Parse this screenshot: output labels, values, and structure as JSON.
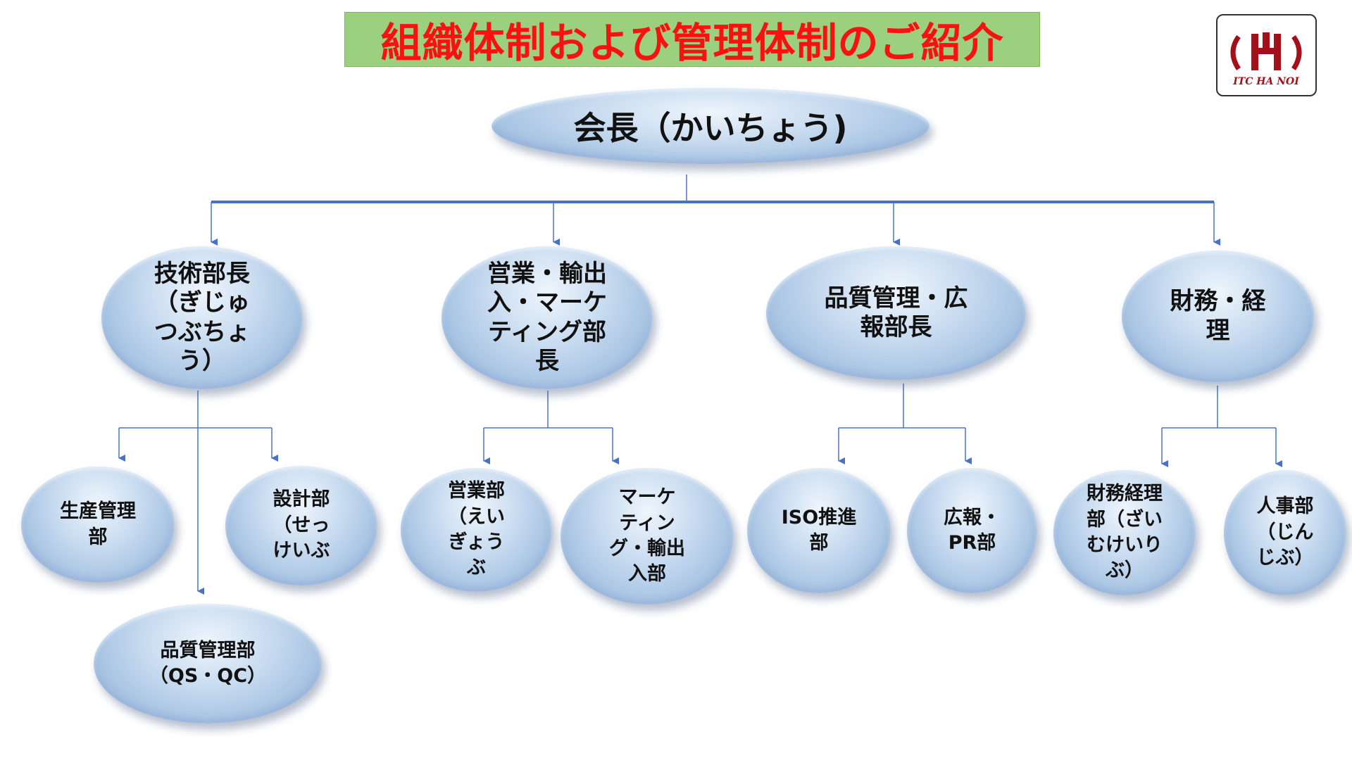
{
  "title": "組織体制および管理体制のご紹介",
  "logo": {
    "text": "ITC HA NOI",
    "letter": "H",
    "icon": "itc-hanoi-logo-icon"
  },
  "colors": {
    "title_text": "#ff1010",
    "title_bg": "#9bd07e",
    "connector": "#4a72c4",
    "node": "#a5c2e2"
  },
  "ceo": {
    "label": "会長（かいちょう)"
  },
  "departments": [
    {
      "label": "技術部長\n（ぎじゅ\nつぶちょ\nう）",
      "subs": [
        {
          "label": "生産管理\n部"
        },
        {
          "label": "設計部\n（せっ\nけいぶ"
        },
        {
          "label": "品質管理部\n（QS・QC）"
        }
      ]
    },
    {
      "label": "営業・輸出\n入・マーケ\nティング部\n長",
      "subs": [
        {
          "label": "営業部\n（えい\nぎょう\nぶ"
        },
        {
          "label": "マーケ\nティン\nグ・輸出\n入部"
        }
      ]
    },
    {
      "label": "品質管理・広\n報部長",
      "subs": [
        {
          "label": "ISO推進\n部"
        },
        {
          "label": "広報・\nPR部"
        }
      ]
    },
    {
      "label": "財務・経\n理",
      "subs": [
        {
          "label": "財務経理\n部（ざい\nむけいり\nぶ）"
        },
        {
          "label": "人事部\n（じん\nじぶ）"
        }
      ]
    }
  ]
}
